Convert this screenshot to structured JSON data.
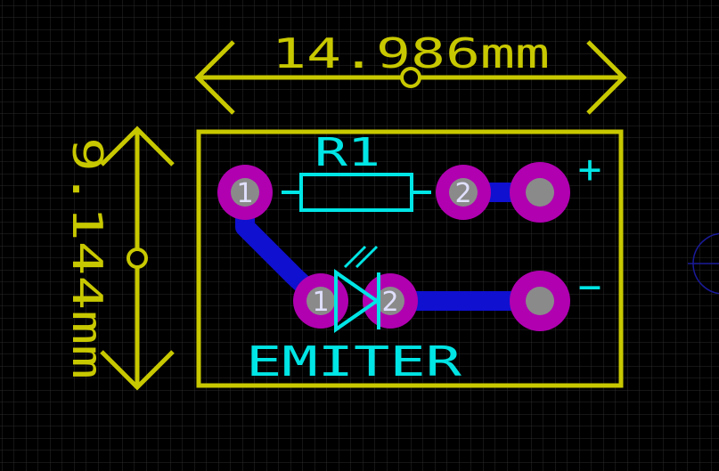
{
  "colors": {
    "background": "#000000",
    "grid_minor": "#2a2a2a",
    "grid_major": "#3a3a3a",
    "board_outline": "#c8c800",
    "dimension": "#c8c800",
    "copper_trace": "#1010d0",
    "pad_ring": "#b000b0",
    "pad_hole": "#8a8a8a",
    "silkscreen": "#00e5e5",
    "pad_label": "#e0e0ff",
    "offscreen_marker": "#1a1a9a"
  },
  "dimensions": {
    "width_label": "14.986mm",
    "height_label": "9.144mm"
  },
  "components": {
    "resistor": {
      "designator": "R1",
      "pin1_label": "1",
      "pin2_label": "2"
    },
    "led": {
      "designator": "EMITER",
      "pin1_label": "1",
      "pin2_label": "2"
    }
  },
  "connector": {
    "plus_label": "+",
    "minus_label": "−"
  },
  "icons": {
    "resistor_symbol": "resistor-icon",
    "led_symbol": "led-diode-icon",
    "light_emission": "light-emission-arrows-icon",
    "dimension_origin": "dimension-origin-circle-icon"
  }
}
